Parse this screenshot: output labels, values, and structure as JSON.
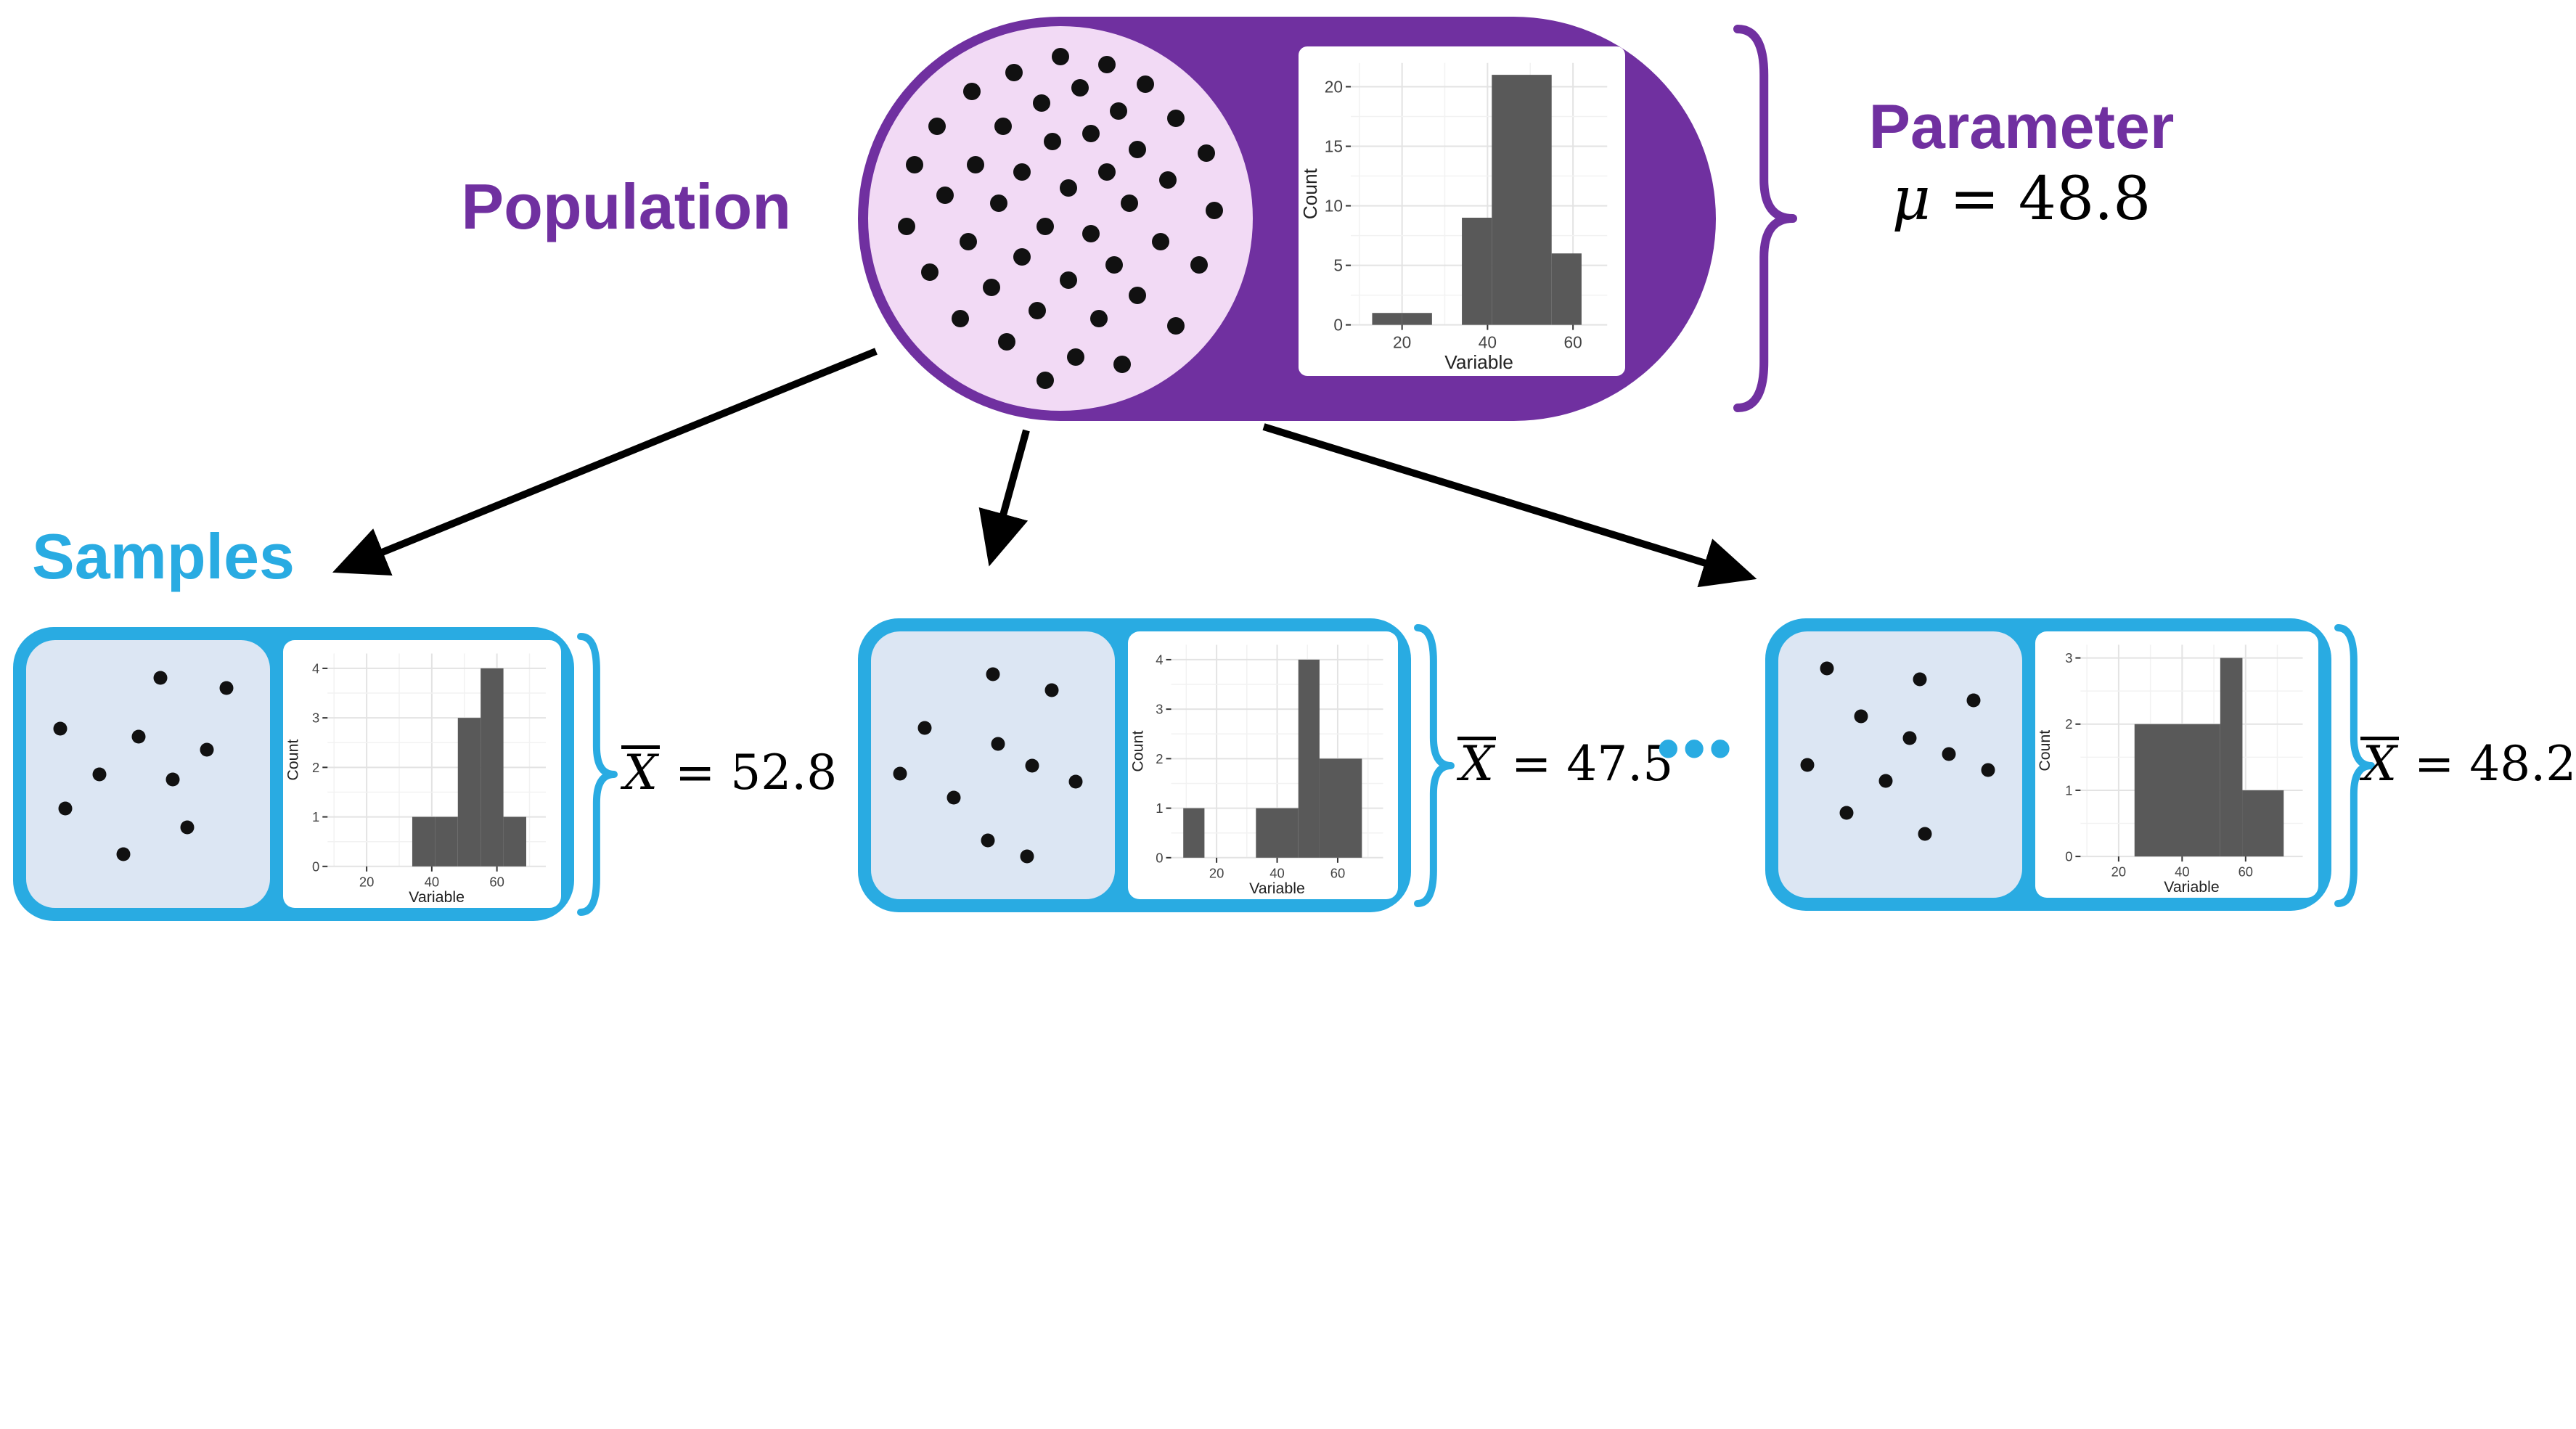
{
  "colors": {
    "purple": "#7030A0",
    "pink": "#F2DAF5",
    "cyan": "#29ABE2",
    "light_blue": "#DCE6F3",
    "bar_gray": "#595959",
    "dot_black": "#111111"
  },
  "population": {
    "label": "Population",
    "parameter": {
      "label": "Parameter",
      "symbol": "μ",
      "value": "= 48.8"
    },
    "dots": [
      [
        50,
        8
      ],
      [
        62,
        10
      ],
      [
        38,
        12
      ],
      [
        72,
        15
      ],
      [
        27,
        17
      ],
      [
        55,
        16
      ],
      [
        45,
        20
      ],
      [
        65,
        22
      ],
      [
        80,
        24
      ],
      [
        18,
        26
      ],
      [
        35,
        26
      ],
      [
        58,
        28
      ],
      [
        48,
        30
      ],
      [
        70,
        32
      ],
      [
        88,
        33
      ],
      [
        12,
        36
      ],
      [
        28,
        36
      ],
      [
        40,
        38
      ],
      [
        62,
        38
      ],
      [
        78,
        40
      ],
      [
        52,
        42
      ],
      [
        20,
        44
      ],
      [
        34,
        46
      ],
      [
        68,
        46
      ],
      [
        90,
        48
      ],
      [
        10,
        52
      ],
      [
        46,
        52
      ],
      [
        58,
        54
      ],
      [
        26,
        56
      ],
      [
        76,
        56
      ],
      [
        40,
        60
      ],
      [
        64,
        62
      ],
      [
        86,
        62
      ],
      [
        16,
        64
      ],
      [
        52,
        66
      ],
      [
        32,
        68
      ],
      [
        70,
        70
      ],
      [
        44,
        74
      ],
      [
        60,
        76
      ],
      [
        24,
        76
      ],
      [
        80,
        78
      ],
      [
        36,
        82
      ],
      [
        54,
        86
      ],
      [
        66,
        88
      ],
      [
        46,
        92
      ]
    ]
  },
  "samples": {
    "label": "Samples",
    "ellipsis": "•••",
    "items": [
      {
        "symbol": "X",
        "value": "= 52.8",
        "dots": [
          [
            55,
            14
          ],
          [
            82,
            18
          ],
          [
            14,
            33
          ],
          [
            46,
            36
          ],
          [
            74,
            41
          ],
          [
            30,
            50
          ],
          [
            60,
            52
          ],
          [
            16,
            63
          ],
          [
            66,
            70
          ],
          [
            40,
            80
          ]
        ]
      },
      {
        "symbol": "X",
        "value": "= 47.5",
        "dots": [
          [
            50,
            16
          ],
          [
            74,
            22
          ],
          [
            22,
            36
          ],
          [
            52,
            42
          ],
          [
            12,
            53
          ],
          [
            66,
            50
          ],
          [
            84,
            56
          ],
          [
            34,
            62
          ],
          [
            48,
            78
          ],
          [
            64,
            84
          ]
        ]
      },
      {
        "symbol": "X",
        "value": "= 48.2",
        "dots": [
          [
            20,
            14
          ],
          [
            58,
            18
          ],
          [
            80,
            26
          ],
          [
            34,
            32
          ],
          [
            54,
            40
          ],
          [
            70,
            46
          ],
          [
            12,
            50
          ],
          [
            44,
            56
          ],
          [
            86,
            52
          ],
          [
            28,
            68
          ],
          [
            60,
            76
          ]
        ]
      }
    ]
  },
  "chart_data": [
    {
      "type": "bar",
      "name": "population-distribution",
      "xlabel": "Variable",
      "ylabel": "Count",
      "xlim": [
        8,
        68
      ],
      "ylim": [
        0,
        22
      ],
      "xticks": [
        20,
        40,
        60
      ],
      "yticks": [
        0,
        5,
        10,
        15,
        20
      ],
      "bins": [
        {
          "x0": 13,
          "x1": 20,
          "count": 1
        },
        {
          "x0": 20,
          "x1": 27,
          "count": 1
        },
        {
          "x0": 34,
          "x1": 41,
          "count": 9
        },
        {
          "x0": 41,
          "x1": 48,
          "count": 21
        },
        {
          "x0": 48,
          "x1": 55,
          "count": 21
        },
        {
          "x0": 55,
          "x1": 62,
          "count": 6
        }
      ]
    },
    {
      "type": "bar",
      "name": "sample-1-distribution",
      "xlabel": "Variable",
      "ylabel": "Count",
      "xlim": [
        8,
        75
      ],
      "ylim": [
        0,
        4.3
      ],
      "xticks": [
        20,
        40,
        60
      ],
      "yticks": [
        0,
        1,
        2,
        3,
        4
      ],
      "bins": [
        {
          "x0": 34,
          "x1": 41,
          "count": 1
        },
        {
          "x0": 41,
          "x1": 48,
          "count": 1
        },
        {
          "x0": 48,
          "x1": 55,
          "count": 3
        },
        {
          "x0": 55,
          "x1": 62,
          "count": 4
        },
        {
          "x0": 62,
          "x1": 69,
          "count": 1
        }
      ]
    },
    {
      "type": "bar",
      "name": "sample-2-distribution",
      "xlabel": "Variable",
      "ylabel": "Count",
      "xlim": [
        5,
        75
      ],
      "ylim": [
        0,
        4.3
      ],
      "xticks": [
        20,
        40,
        60
      ],
      "yticks": [
        0,
        1,
        2,
        3,
        4
      ],
      "bins": [
        {
          "x0": 9,
          "x1": 16,
          "count": 1
        },
        {
          "x0": 33,
          "x1": 47,
          "count": 1
        },
        {
          "x0": 47,
          "x1": 54,
          "count": 4
        },
        {
          "x0": 54,
          "x1": 68,
          "count": 2
        }
      ]
    },
    {
      "type": "bar",
      "name": "sample-3-distribution",
      "xlabel": "Variable",
      "ylabel": "Count",
      "xlim": [
        8,
        78
      ],
      "ylim": [
        0,
        3.2
      ],
      "xticks": [
        20,
        40,
        60
      ],
      "yticks": [
        0,
        1,
        2,
        3
      ],
      "bins": [
        {
          "x0": 25,
          "x1": 52,
          "count": 2
        },
        {
          "x0": 52,
          "x1": 59,
          "count": 3
        },
        {
          "x0": 59,
          "x1": 72,
          "count": 1
        }
      ]
    }
  ]
}
